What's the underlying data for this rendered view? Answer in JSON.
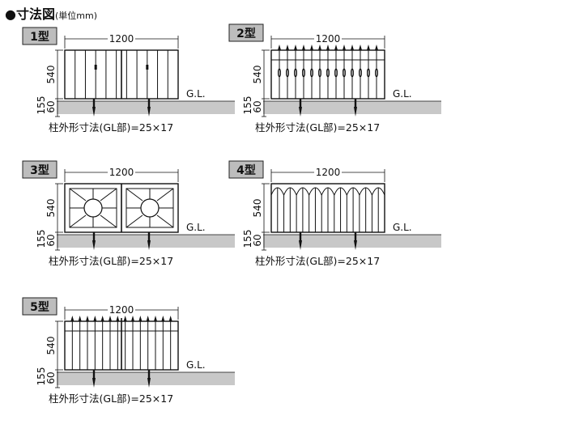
{
  "title": {
    "bullet": "●",
    "main": "寸法図",
    "unit": "(単位mm)"
  },
  "dimension_labels": {
    "width": "1200",
    "height": "540",
    "bottom_a": "60",
    "bottom_b": "155",
    "ground": "G.L.",
    "post_note": "柱外形寸法(GL部)=25×17"
  },
  "colors": {
    "line": "#111111",
    "ground": "#c8c8c8",
    "badge": "#bdbdbd"
  },
  "diagrams": [
    {
      "id": "type1",
      "label": "1型",
      "style": "vertical-bars"
    },
    {
      "id": "type2",
      "label": "2型",
      "style": "finials"
    },
    {
      "id": "type3",
      "label": "3型",
      "style": "circle-panels"
    },
    {
      "id": "type4",
      "label": "4型",
      "style": "arches"
    },
    {
      "id": "type5",
      "label": "5型",
      "style": "split-finials"
    }
  ]
}
